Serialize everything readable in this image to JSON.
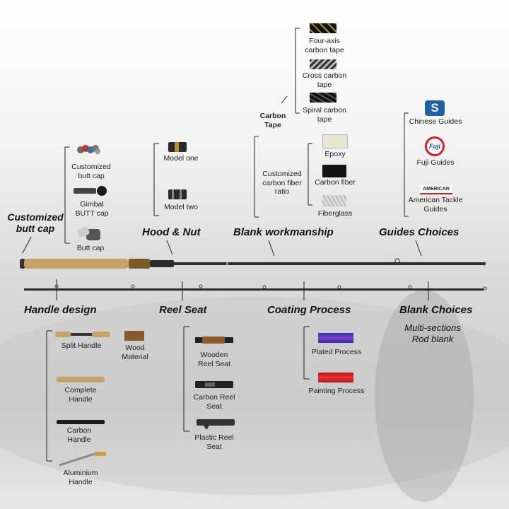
{
  "sections": {
    "customized_butt_cap": {
      "title": "Customized butt cap",
      "options": [
        "Customized butt cap",
        "Gimbal BUTT cap",
        "Butt cap"
      ]
    },
    "hood_nut": {
      "title": "Hood & Nut",
      "options": [
        "Model one",
        "Model two"
      ]
    },
    "blank_workmanship": {
      "title": "Blank workmanship",
      "carbon_tape": {
        "title": "Carbon Tape",
        "options": [
          "Four-axis carbon tape",
          "Cross carbon tape",
          "Spiral carbon tape"
        ]
      },
      "fiber_ratio": {
        "title": "Customized carbon fiber ratio",
        "options": [
          "Epoxy",
          "Carbon fiber",
          "Fiberglass"
        ]
      }
    },
    "guides_choices": {
      "title": "Guides Choices",
      "options": [
        "Chinese Guides",
        "Fuji Guides",
        "American Tackle Guides"
      ],
      "logos": {
        "chinese": "S",
        "fuji": "Fuji",
        "american": "AMERICAN"
      }
    },
    "handle_design": {
      "title": "Handle design",
      "options": [
        "Split Handle",
        "Complete Handle",
        "Carbon Handle",
        "Aluminium Handle"
      ],
      "wood": "Wood Material"
    },
    "reel_seat": {
      "title": "Reel Seat",
      "options": [
        "Wooden Reel Seat",
        "Carbon Reel Seat",
        "Plastic Reel Seat"
      ]
    },
    "coating_process": {
      "title": "Coating Process",
      "options": [
        "Plated Process",
        "Painting Process"
      ]
    },
    "blank_choices": {
      "title": "Blank Choices",
      "subtitle": "Multi-sections Rod blank"
    }
  },
  "colors": {
    "cork": "#c9a26a",
    "plated": "#5a3fa0",
    "painting": "#d8262a",
    "fuji_blue": "#1b3d8f",
    "fuji_red": "#d51f2a",
    "chinese_blue": "#1f5fa6"
  }
}
